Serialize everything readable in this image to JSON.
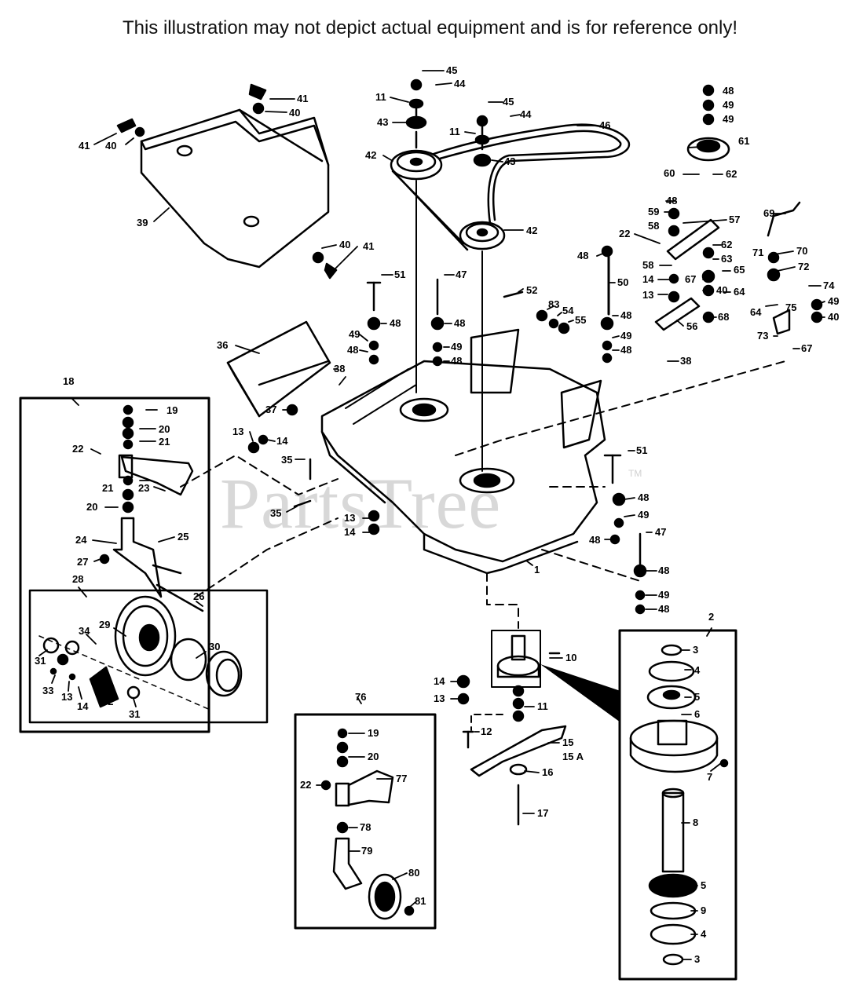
{
  "header": {
    "disclaimer": "This illustration may not depict actual equipment and is for reference only!"
  },
  "watermark": {
    "text": "PartsTree",
    "trademark": "TM"
  },
  "callouts": [
    {
      "id": "c45a",
      "text": "45"
    },
    {
      "id": "c44a",
      "text": "44"
    },
    {
      "id": "c11a",
      "text": "11"
    },
    {
      "id": "c43a",
      "text": "43"
    },
    {
      "id": "c42a",
      "text": "42"
    },
    {
      "id": "c45b",
      "text": "45"
    },
    {
      "id": "c44b",
      "text": "44"
    },
    {
      "id": "c11b",
      "text": "11"
    },
    {
      "id": "c43b",
      "text": "43"
    },
    {
      "id": "c46",
      "text": "46"
    },
    {
      "id": "c42b",
      "text": "42"
    },
    {
      "id": "c41a",
      "text": "41"
    },
    {
      "id": "c40a",
      "text": "40"
    },
    {
      "id": "c41b",
      "text": "41"
    },
    {
      "id": "c40b",
      "text": "40"
    },
    {
      "id": "c39",
      "text": "39"
    },
    {
      "id": "c40c",
      "text": "40"
    },
    {
      "id": "c41c",
      "text": "41"
    },
    {
      "id": "c48a",
      "text": "48"
    },
    {
      "id": "c49a",
      "text": "49"
    },
    {
      "id": "c49b",
      "text": "49"
    },
    {
      "id": "c61",
      "text": "61"
    },
    {
      "id": "c60",
      "text": "60"
    },
    {
      "id": "c62a",
      "text": "62"
    },
    {
      "id": "c48b",
      "text": "48"
    },
    {
      "id": "c59",
      "text": "59"
    },
    {
      "id": "c58a",
      "text": "58"
    },
    {
      "id": "c57",
      "text": "57"
    },
    {
      "id": "c22a",
      "text": "22"
    },
    {
      "id": "c69",
      "text": "69"
    },
    {
      "id": "c48c",
      "text": "48"
    },
    {
      "id": "c62b",
      "text": "62"
    },
    {
      "id": "c63",
      "text": "63"
    },
    {
      "id": "c58b",
      "text": "58"
    },
    {
      "id": "c65",
      "text": "65"
    },
    {
      "id": "c71",
      "text": "71"
    },
    {
      "id": "c70",
      "text": "70"
    },
    {
      "id": "c72",
      "text": "72"
    },
    {
      "id": "c14a",
      "text": "14"
    },
    {
      "id": "c67a",
      "text": "67"
    },
    {
      "id": "c74",
      "text": "74"
    },
    {
      "id": "c13a",
      "text": "13"
    },
    {
      "id": "c40d",
      "text": "40"
    },
    {
      "id": "c64a",
      "text": "64"
    },
    {
      "id": "c49c",
      "text": "49"
    },
    {
      "id": "c75",
      "text": "75"
    },
    {
      "id": "c64b",
      "text": "64"
    },
    {
      "id": "c40e",
      "text": "40"
    },
    {
      "id": "c68",
      "text": "68"
    },
    {
      "id": "c56",
      "text": "56"
    },
    {
      "id": "c73",
      "text": "73"
    },
    {
      "id": "c67b",
      "text": "67"
    },
    {
      "id": "c51a",
      "text": "51"
    },
    {
      "id": "c47a",
      "text": "47"
    },
    {
      "id": "c52",
      "text": "52"
    },
    {
      "id": "c50",
      "text": "50"
    },
    {
      "id": "c83",
      "text": "83"
    },
    {
      "id": "c54",
      "text": "54"
    },
    {
      "id": "c55",
      "text": "55"
    },
    {
      "id": "c48d",
      "text": "48"
    },
    {
      "id": "c48e",
      "text": "48"
    },
    {
      "id": "c48f",
      "text": "48"
    },
    {
      "id": "c49d",
      "text": "49"
    },
    {
      "id": "c48g",
      "text": "48"
    },
    {
      "id": "c49e",
      "text": "49"
    },
    {
      "id": "c48h",
      "text": "48"
    },
    {
      "id": "c49f",
      "text": "49"
    },
    {
      "id": "c48i",
      "text": "48"
    },
    {
      "id": "c38a",
      "text": "38"
    },
    {
      "id": "c36",
      "text": "36"
    },
    {
      "id": "c38b",
      "text": "38"
    },
    {
      "id": "c37",
      "text": "37"
    },
    {
      "id": "c13b",
      "text": "13"
    },
    {
      "id": "c14b",
      "text": "14"
    },
    {
      "id": "c35a",
      "text": "35"
    },
    {
      "id": "c35b",
      "text": "35"
    },
    {
      "id": "c13c",
      "text": "13"
    },
    {
      "id": "c14c",
      "text": "14"
    },
    {
      "id": "c51b",
      "text": "51"
    },
    {
      "id": "c48j",
      "text": "48"
    },
    {
      "id": "c49g",
      "text": "49"
    },
    {
      "id": "c48k",
      "text": "48"
    },
    {
      "id": "c47b",
      "text": "47"
    },
    {
      "id": "c48l",
      "text": "48"
    },
    {
      "id": "c1",
      "text": "1"
    },
    {
      "id": "c49h",
      "text": "49"
    },
    {
      "id": "c48m",
      "text": "48"
    },
    {
      "id": "c18",
      "text": "18"
    },
    {
      "id": "c19a",
      "text": "19"
    },
    {
      "id": "c20a",
      "text": "20"
    },
    {
      "id": "c21a",
      "text": "21"
    },
    {
      "id": "c22b",
      "text": "22"
    },
    {
      "id": "c21b",
      "text": "21"
    },
    {
      "id": "c23",
      "text": "23"
    },
    {
      "id": "c20b",
      "text": "20"
    },
    {
      "id": "c24",
      "text": "24"
    },
    {
      "id": "c25",
      "text": "25"
    },
    {
      "id": "c27",
      "text": "27"
    },
    {
      "id": "c28",
      "text": "28"
    },
    {
      "id": "c26",
      "text": "26"
    },
    {
      "id": "c29",
      "text": "29"
    },
    {
      "id": "c34",
      "text": "34"
    },
    {
      "id": "c30",
      "text": "30"
    },
    {
      "id": "c31a",
      "text": "31"
    },
    {
      "id": "c33",
      "text": "33"
    },
    {
      "id": "c13d",
      "text": "13"
    },
    {
      "id": "c14d",
      "text": "14"
    },
    {
      "id": "c32",
      "text": "32"
    },
    {
      "id": "c31b",
      "text": "31"
    },
    {
      "id": "c2",
      "text": "2"
    },
    {
      "id": "c3a",
      "text": "3"
    },
    {
      "id": "c4a",
      "text": "4"
    },
    {
      "id": "c5a",
      "text": "5"
    },
    {
      "id": "c6",
      "text": "6"
    },
    {
      "id": "c7",
      "text": "7"
    },
    {
      "id": "c8",
      "text": "8"
    },
    {
      "id": "c5b",
      "text": "5"
    },
    {
      "id": "c9",
      "text": "9"
    },
    {
      "id": "c4b",
      "text": "4"
    },
    {
      "id": "c3b",
      "text": "3"
    },
    {
      "id": "c10",
      "text": "10"
    },
    {
      "id": "c14e",
      "text": "14"
    },
    {
      "id": "c13e",
      "text": "13"
    },
    {
      "id": "c11c",
      "text": "11"
    },
    {
      "id": "c12",
      "text": "12"
    },
    {
      "id": "c15",
      "text": "15"
    },
    {
      "id": "c15A",
      "text": "15 A"
    },
    {
      "id": "c16",
      "text": "16"
    },
    {
      "id": "c17",
      "text": "17"
    },
    {
      "id": "c76",
      "text": "76"
    },
    {
      "id": "c19b",
      "text": "19"
    },
    {
      "id": "c20c",
      "text": "20"
    },
    {
      "id": "c22c",
      "text": "22"
    },
    {
      "id": "c77",
      "text": "77"
    },
    {
      "id": "c78",
      "text": "78"
    },
    {
      "id": "c79",
      "text": "79"
    },
    {
      "id": "c80",
      "text": "80"
    },
    {
      "id": "c81",
      "text": "81"
    }
  ]
}
